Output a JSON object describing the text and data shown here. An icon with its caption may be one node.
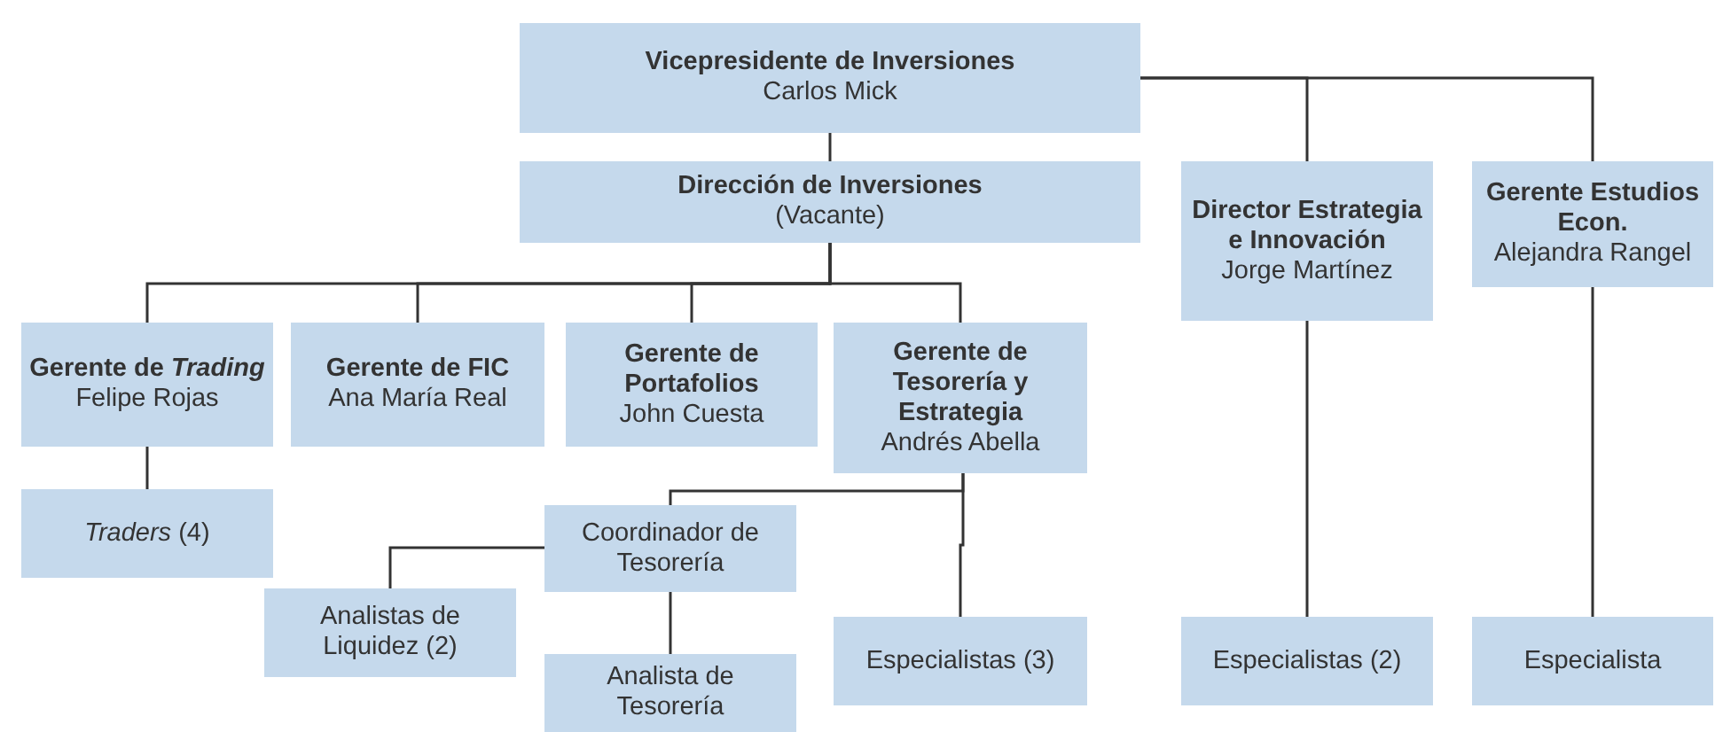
{
  "diagram": {
    "nodes": [
      {
        "text": [
          "Vicepresidente de Inversiones",
          "Carlos Mick"
        ]
      },
      {
        "text": [
          "Dirección de Inversiones",
          "(Vacante)"
        ]
      },
      {
        "text": [
          "Director Estrategia e Innovación",
          "Jorge Martínez"
        ]
      },
      {
        "text": [
          "Gerente Estudios Econ.",
          "Alejandra Rangel"
        ]
      },
      {
        "text": [
          "Gerente de *Trading*",
          "Felipe Rojas"
        ]
      },
      {
        "text": [
          "Gerente de FIC",
          "Ana María Real"
        ]
      },
      {
        "text": [
          "Gerente de Portafolios",
          "John Cuesta"
        ]
      },
      {
        "text": [
          "Gerente de Tesorería y Estrategia",
          "Andrés Abella"
        ]
      },
      {
        "text": [
          "*Traders* (4)"
        ]
      },
      {
        "text": [
          "Coordinador de Tesorería"
        ]
      },
      {
        "text": [
          "Analistas de Liquidez (2)"
        ]
      },
      {
        "text": [
          "Analista de Tesorería"
        ]
      },
      {
        "text": [
          "Especialistas (3)"
        ]
      },
      {
        "text": [
          "Especialistas (2)"
        ]
      },
      {
        "text": [
          "Especialista"
        ]
      }
    ],
    "edges": [
      {
        "from": 0,
        "to": 1,
        "arrow": "none"
      },
      {
        "from": 0,
        "to": 2,
        "arrow": "none"
      },
      {
        "from": 0,
        "to": 3,
        "arrow": "none"
      },
      {
        "from": 1,
        "to": 4,
        "arrow": "none"
      },
      {
        "from": 1,
        "to": 5,
        "arrow": "none"
      },
      {
        "from": 1,
        "to": 6,
        "arrow": "none"
      },
      {
        "from": 1,
        "to": 7,
        "arrow": "none"
      },
      {
        "from": 4,
        "to": 8,
        "arrow": "none"
      },
      {
        "from": 7,
        "to": 9,
        "arrow": "none"
      },
      {
        "from": 7,
        "to": 12,
        "arrow": "none"
      },
      {
        "from": 9,
        "to": 10,
        "arrow": "none"
      },
      {
        "from": 9,
        "to": 11,
        "arrow": "none"
      },
      {
        "from": 2,
        "to": 13,
        "arrow": "none"
      },
      {
        "from": 3,
        "to": 14,
        "arrow": "none"
      }
    ]
  }
}
